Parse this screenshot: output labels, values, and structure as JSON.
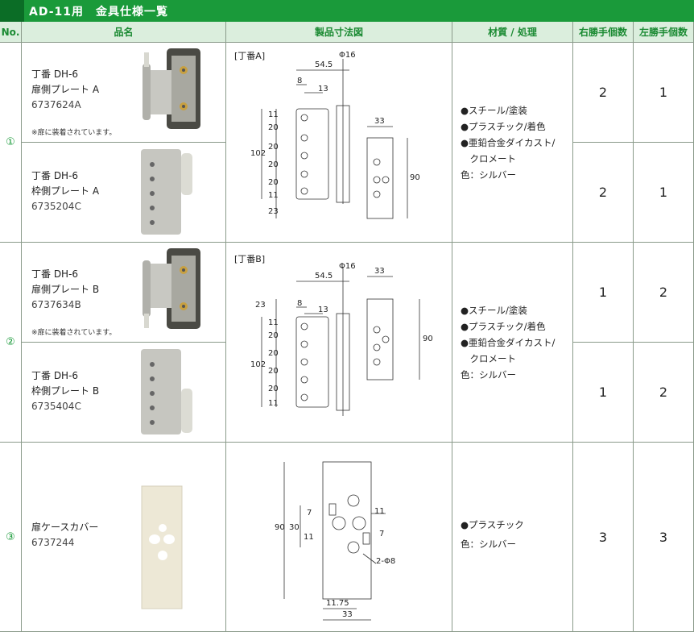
{
  "title": "AD-11用　金具仕様一覧",
  "headers": {
    "no": "No.",
    "name": "品名",
    "dims": "製品寸法図",
    "material": "材質 / 処理",
    "right": "右勝手個数",
    "left": "左勝手個数"
  },
  "groups": [
    {
      "no": "①",
      "dim_label": "[丁番A]",
      "items": [
        {
          "name1": "丁番 DH-6",
          "name2": "扉側プレート A",
          "code": "6737624A",
          "note": "※扉に装着されています。",
          "right": "2",
          "left": "1"
        },
        {
          "name1": "丁番 DH-6",
          "name2": "枠側プレート A",
          "code": "6735204C",
          "right": "2",
          "left": "1"
        }
      ],
      "material": [
        "●スチール/塗装",
        "●プラスチック/着色",
        "●亜鉛合金ダイカスト/",
        "　クロメート",
        "色：シルバー"
      ]
    },
    {
      "no": "②",
      "dim_label": "[丁番B]",
      "items": [
        {
          "name1": "丁番 DH-6",
          "name2": "扉側プレート B",
          "code": "6737634B",
          "note": "※扉に装着されています。",
          "right": "1",
          "left": "2"
        },
        {
          "name1": "丁番 DH-6",
          "name2": "枠側プレート B",
          "code": "6735404C",
          "right": "1",
          "left": "2"
        }
      ],
      "material": [
        "●スチール/塗装",
        "●プラスチック/着色",
        "●亜鉛合金ダイカスト/",
        "　クロメート",
        "色：シルバー"
      ]
    },
    {
      "no": "③",
      "items": [
        {
          "name1": "扉ケースカバー",
          "code": "6737244",
          "right": "3",
          "left": "3"
        }
      ],
      "material": [
        "●プラスチック",
        "色：シルバー"
      ]
    }
  ],
  "dimA": {
    "d1": "54.5",
    "d2": "Φ16",
    "d3": "8",
    "d4": "13",
    "d5": "33",
    "d6": "11",
    "d7": "20",
    "d8": "20",
    "d9": "20",
    "d10": "20",
    "d11": "11",
    "d12": "23",
    "d13": "102",
    "d14": "90"
  },
  "dimB": {
    "d1": "54.5",
    "d2": "Φ16",
    "d3": "33",
    "d4": "23",
    "d5": "8",
    "d6": "13",
    "d7": "11",
    "d8": "20",
    "d9": "20",
    "d10": "20",
    "d11": "20",
    "d12": "11",
    "d13": "102",
    "d14": "90"
  },
  "dimC": {
    "d1": "90",
    "d2": "30",
    "d3": "7",
    "d4": "11",
    "d5": "11",
    "d6": "7",
    "d7": "2-Φ8",
    "d8": "11.75",
    "d9": "33"
  }
}
